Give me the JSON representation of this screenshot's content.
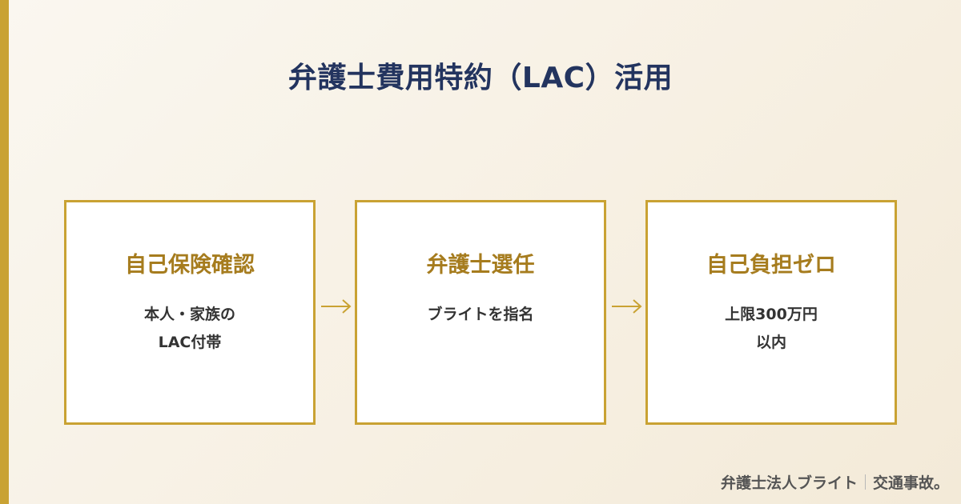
{
  "title": "弁護士費用特約（LAC）活用",
  "steps": [
    {
      "title": "自己保険確認",
      "desc_lines": [
        "本人・家族の",
        "LAC付帯"
      ]
    },
    {
      "title": "弁護士選任",
      "desc_lines": [
        "ブライトを指名"
      ]
    },
    {
      "title": "自己負担ゼロ",
      "desc_lines": [
        "上限300万円",
        "以内"
      ]
    }
  ],
  "footer": {
    "firm": "弁護士法人ブライト",
    "section": "交通事故",
    "trailing": "。"
  },
  "colors": {
    "accent": "#c9a233",
    "title": "#23345f",
    "step_title": "#a67c1e",
    "text": "#333333"
  }
}
